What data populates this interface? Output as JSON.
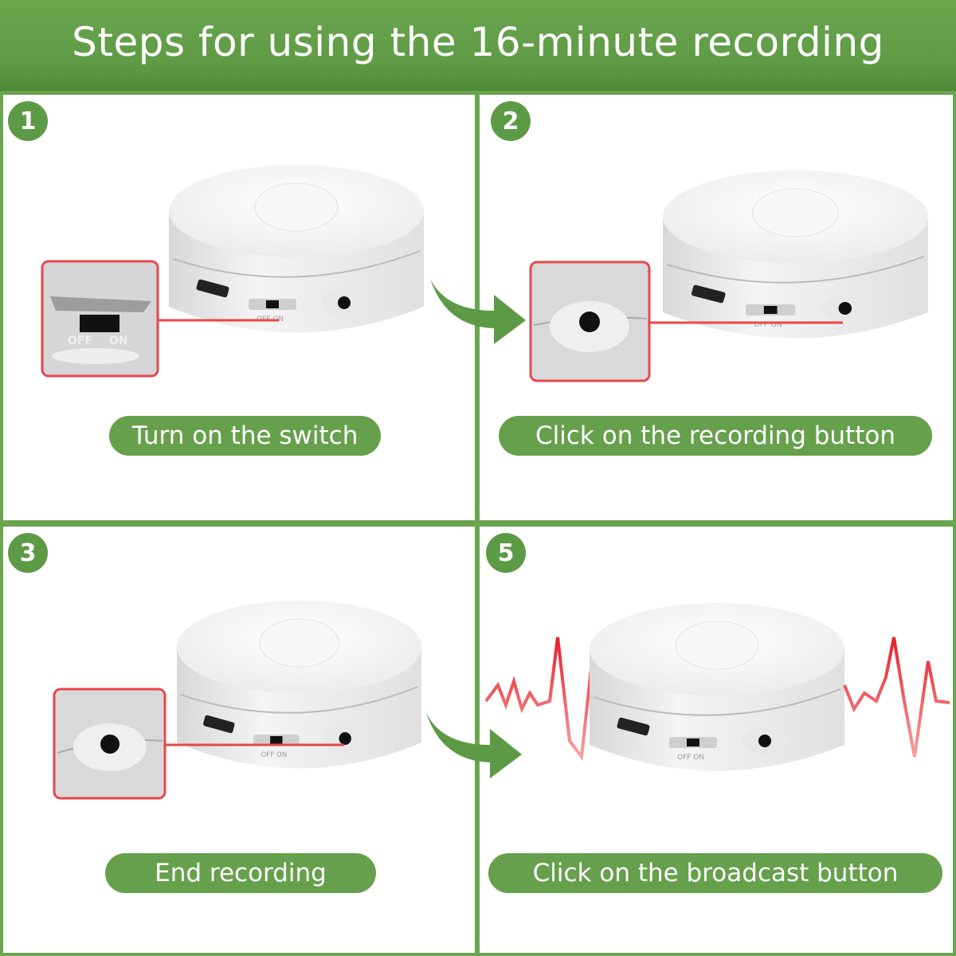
{
  "header": {
    "title": "Steps for using the 16-minute recording"
  },
  "steps": [
    {
      "number": "1",
      "label": "Turn on the switch"
    },
    {
      "number": "2",
      "label": "Click on the recording button"
    },
    {
      "number": "3",
      "label": "End recording"
    },
    {
      "number": "5",
      "label": "Click on the broadcast button"
    }
  ],
  "device": {
    "switch_off": "OFF",
    "switch_on": "ON"
  },
  "colors": {
    "green": "#66a04c",
    "callout_red": "#e8474b",
    "wave_red": "#e8202a"
  }
}
